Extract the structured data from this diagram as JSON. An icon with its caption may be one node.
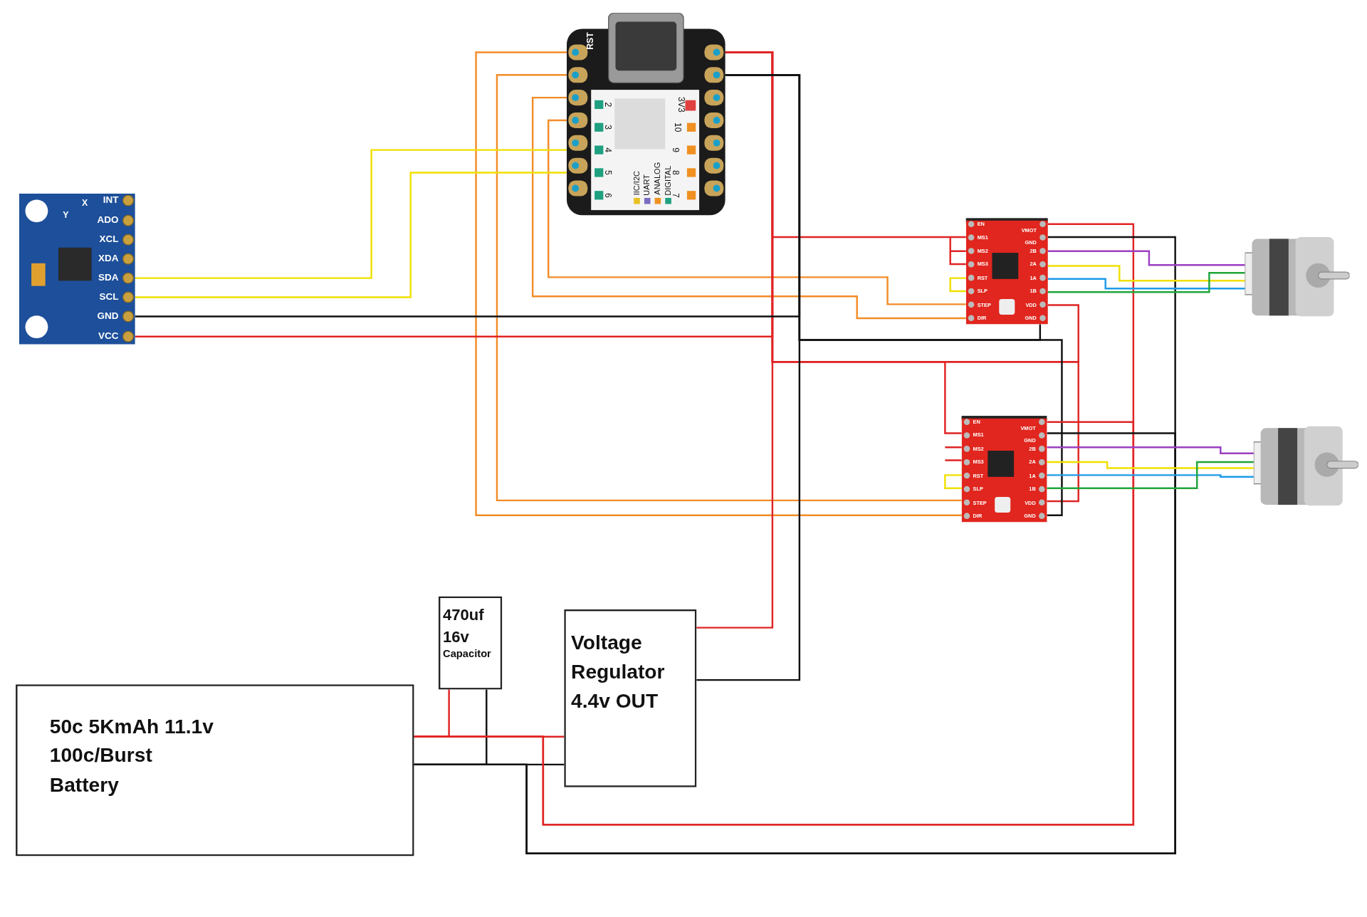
{
  "diagram": {
    "nodes": [
      {
        "text": [
          "RST",
          "2",
          "3",
          "4",
          "5",
          "6",
          "3V3",
          "10",
          "9",
          "8",
          "7",
          "IIC/I2C",
          "UART",
          "ANALOG",
          "DIGITAL"
        ]
      },
      {
        "text": [
          "X",
          "Y",
          "INT",
          "ADO",
          "XCL",
          "XDA",
          "SDA",
          "SCL",
          "GND",
          "VCC"
        ]
      },
      {
        "text": [
          "EN",
          "MS1",
          "MS2",
          "MS3",
          "RST",
          "SLP",
          "STEP",
          "DIR",
          "VMOT",
          "GND",
          "2B",
          "2A",
          "1A",
          "1B",
          "VDD",
          "GND"
        ]
      },
      {
        "text": [],
        "shape": "picture"
      },
      {
        "text": [
          "EN",
          "MS1",
          "MS2",
          "MS3",
          "RST",
          "SLP",
          "STEP",
          "DIR",
          "VMOT",
          "GND",
          "2B",
          "2A",
          "1A",
          "1B",
          "VDD",
          "GND"
        ]
      },
      {
        "text": [],
        "shape": "picture"
      },
      {
        "text": [
          "470uf 16v",
          "Capacitor"
        ]
      },
      {
        "text": [
          "Voltage Regulator 4.4v OUT"
        ]
      },
      {
        "text": [
          "50c 5KmAh 11.1v 100c/Burst Battery"
        ]
      }
    ],
    "edges": [
      {
        "from": 0,
        "to": 4,
        "arrow": "none",
        "color": "#f28c28"
      },
      {
        "from": 0,
        "to": 4,
        "arrow": "none",
        "color": "#f28c28"
      },
      {
        "from": 0,
        "to": 2,
        "arrow": "none",
        "color": "#f28c28"
      },
      {
        "from": 0,
        "to": 2,
        "arrow": "none",
        "color": "#f28c28"
      },
      {
        "from": 0,
        "to": 1,
        "arrow": "none",
        "color": "#f0e000"
      },
      {
        "from": 0,
        "to": 1,
        "arrow": "none",
        "color": "#f0e000"
      },
      {
        "from": 0,
        "to": 2,
        "arrow": "none",
        "color": "#e02424"
      },
      {
        "from": 0,
        "to": 1,
        "arrow": "none",
        "color": "#e02424"
      },
      {
        "from": 0,
        "to": 4,
        "arrow": "none",
        "color": "#e02424"
      },
      {
        "from": 7,
        "to": 0,
        "arrow": "none",
        "color": "#e02424"
      },
      {
        "from": 0,
        "to": 2,
        "arrow": "none",
        "color": "#e02424"
      },
      {
        "from": 0,
        "to": 4,
        "arrow": "none",
        "color": "#e02424"
      },
      {
        "from": 0,
        "to": 1,
        "arrow": "none",
        "color": "#111111"
      },
      {
        "from": 0,
        "to": 2,
        "arrow": "none",
        "color": "#111111"
      },
      {
        "from": 0,
        "to": 4,
        "arrow": "none",
        "color": "#111111"
      },
      {
        "from": 7,
        "to": 0,
        "arrow": "none",
        "color": "#111111"
      },
      {
        "from": 8,
        "to": 7,
        "arrow": "none",
        "color": "#e02424"
      },
      {
        "from": 8,
        "to": 7,
        "arrow": "none",
        "color": "#111111"
      },
      {
        "from": 8,
        "to": 6,
        "arrow": "none",
        "color": "#e02424"
      },
      {
        "from": 8,
        "to": 6,
        "arrow": "none",
        "color": "#111111"
      },
      {
        "from": 8,
        "to": 2,
        "arrow": "none",
        "color": "#e02424"
      },
      {
        "from": 8,
        "to": 4,
        "arrow": "none",
        "color": "#e02424"
      },
      {
        "from": 8,
        "to": 2,
        "arrow": "none",
        "color": "#111111"
      },
      {
        "from": 8,
        "to": 4,
        "arrow": "none",
        "color": "#111111"
      },
      {
        "from": 2,
        "to": 3,
        "arrow": "none",
        "color": "#9b3fc2"
      },
      {
        "from": 2,
        "to": 3,
        "arrow": "none",
        "color": "#f0e000"
      },
      {
        "from": 2,
        "to": 3,
        "arrow": "none",
        "color": "#1e9be8"
      },
      {
        "from": 2,
        "to": 3,
        "arrow": "none",
        "color": "#1fa53a"
      },
      {
        "from": 4,
        "to": 5,
        "arrow": "none",
        "color": "#9b3fc2"
      },
      {
        "from": 4,
        "to": 5,
        "arrow": "none",
        "color": "#f0e000"
      },
      {
        "from": 4,
        "to": 5,
        "arrow": "none",
        "color": "#1e9be8"
      },
      {
        "from": 4,
        "to": 5,
        "arrow": "none",
        "color": "#1fa53a"
      },
      {
        "from": 2,
        "to": 2,
        "arrow": "none",
        "color": "#f0e000"
      },
      {
        "from": 4,
        "to": 4,
        "arrow": "none",
        "color": "#f0e000"
      }
    ]
  }
}
